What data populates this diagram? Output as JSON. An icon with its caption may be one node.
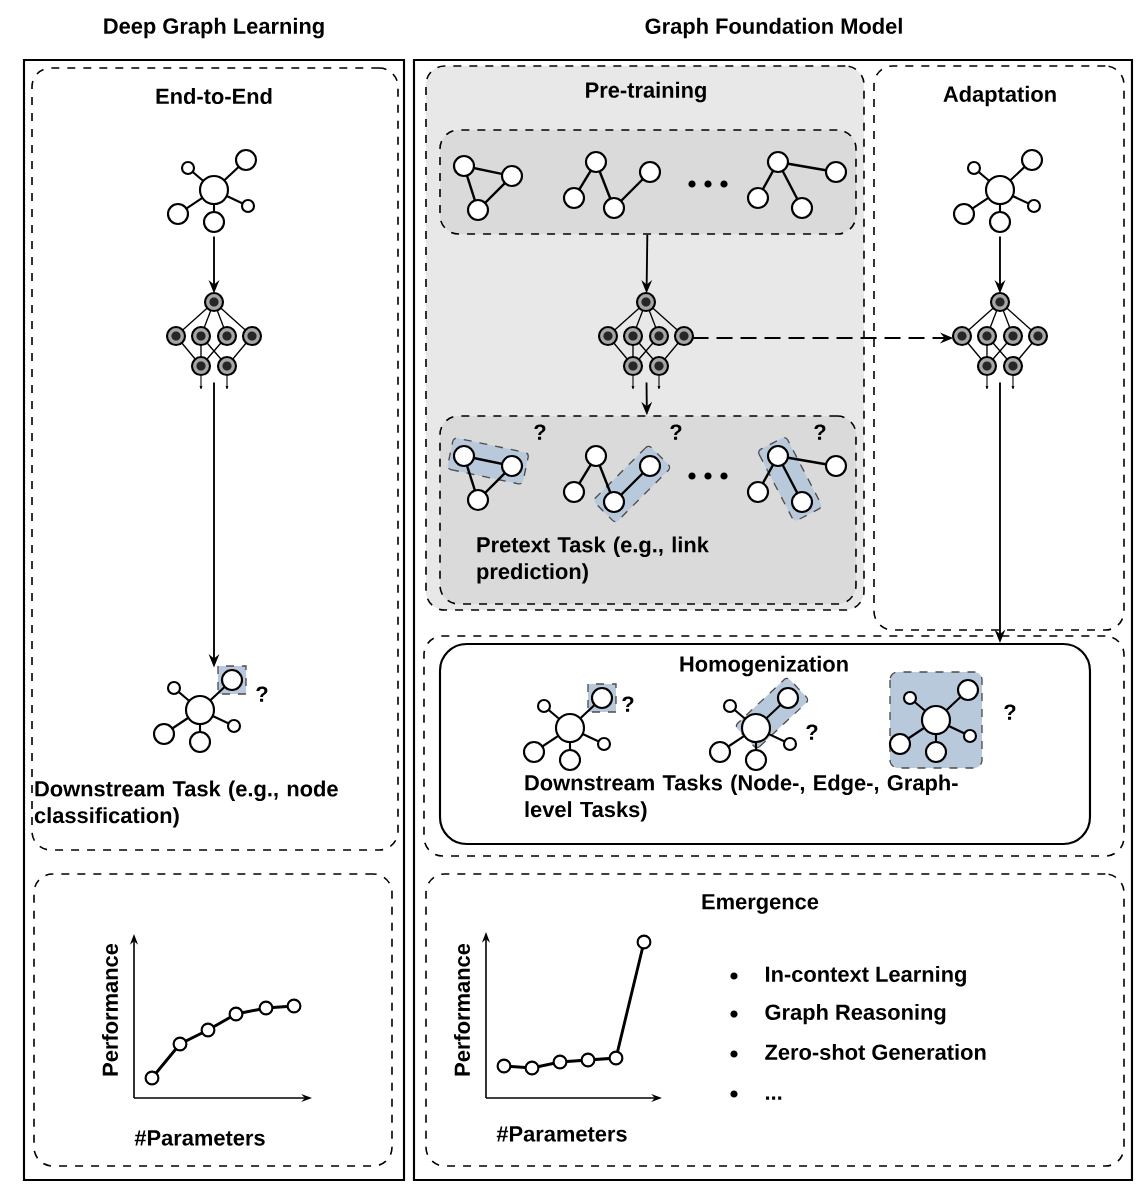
{
  "diagram": {
    "nodes": [
      {
        "text": [
          "Deep Graph Learning"
        ]
      },
      {
        "text": [
          "End-to-End"
        ],
        "in": 0
      },
      {
        "text": [],
        "shape": "graph",
        "in": 1
      },
      {
        "text": [],
        "shape": "network",
        "in": 1
      },
      {
        "text": [],
        "shape": "graph",
        "in": 1,
        "beside": [
          "?",
          "Downstream Task (e.g., node classification)"
        ]
      },
      {
        "text": [
          "Performance",
          "#Parameters"
        ],
        "in": 0
      },
      {
        "text": [
          "Graph Foundation Model"
        ]
      },
      {
        "text": [
          "Pre-training"
        ],
        "in": 6
      },
      {
        "text": [],
        "shape": "box",
        "in": 7
      },
      {
        "text": [],
        "shape": "network",
        "in": 7
      },
      {
        "text": [
          "?",
          "?",
          "?",
          "Pretext Task (e.g., link prediction)"
        ],
        "in": 7
      },
      {
        "text": [
          "Adaptation"
        ],
        "in": 6
      },
      {
        "text": [],
        "shape": "graph",
        "in": 11
      },
      {
        "text": [],
        "shape": "network",
        "in": 11
      },
      {
        "text": [],
        "shape": "box",
        "in": 6
      },
      {
        "text": [
          "Homogenization",
          "?",
          "?",
          "?",
          "Downstream Tasks (Node-, Edge-, Graph-level Tasks)"
        ],
        "in": 14
      },
      {
        "text": [
          "Emergence",
          "Performance",
          "#Parameters",
          "In-context Learning",
          "Graph Reasoning",
          "Zero-shot Generation",
          "..."
        ],
        "in": 6
      }
    ],
    "edges": [
      {
        "from": 2,
        "to": 3,
        "arrow": "to"
      },
      {
        "from": 3,
        "to": 4,
        "arrow": "to"
      },
      {
        "from": 8,
        "to": 9,
        "arrow": "to"
      },
      {
        "from": 9,
        "to": 10,
        "arrow": "to"
      },
      {
        "from": 9,
        "to": 13,
        "arrow": "to",
        "style": "dashed"
      },
      {
        "from": 12,
        "to": 13,
        "arrow": "to"
      },
      {
        "from": 13,
        "to": 15,
        "arrow": "to"
      }
    ]
  }
}
